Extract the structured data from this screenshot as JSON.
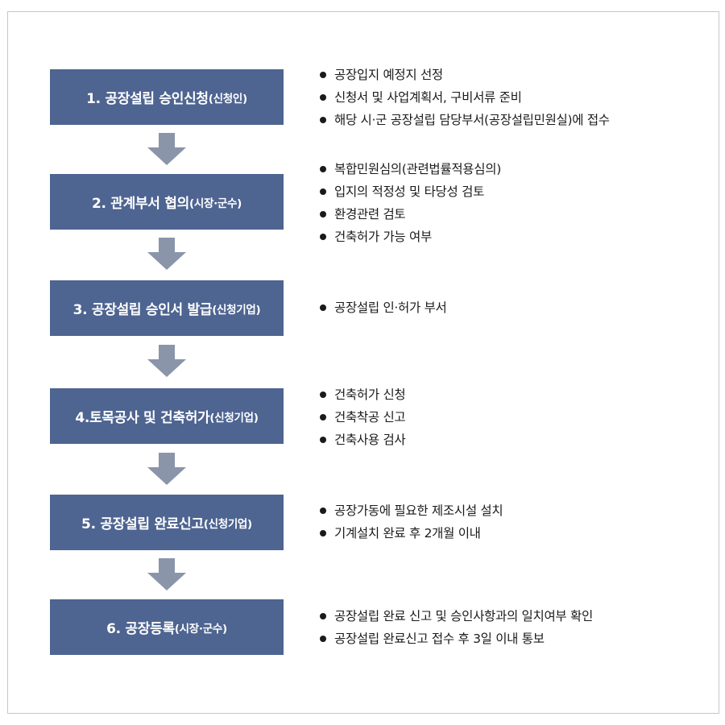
{
  "steps": [
    {
      "title": "1. 공장설립 승인신청",
      "sub": "(신청인)",
      "bullets": [
        "공장입지 예정지 선정",
        "신청서 및 사업계획서, 구비서류 준비",
        "해당 시·군 공장설립 담당부서(공장설립민원실)에 접수"
      ]
    },
    {
      "title": "2. 관계부서 협의",
      "sub": "(시장·군수)",
      "bullets": [
        "복합민원심의(관련법률적용심의)",
        "입지의 적정성 및 타당성 검토",
        "환경관련 검토",
        "건축허가 가능 여부"
      ]
    },
    {
      "title": "3. 공장설립 승인서 발급",
      "sub": "(신청기업)",
      "bullets": [
        "공장설립 인·허가 부서"
      ]
    },
    {
      "title": "4.토목공사 및 건축허가",
      "sub": "(신청기업)",
      "bullets": [
        "건축허가 신청",
        "건축착공 신고",
        "건축사용 검사"
      ]
    },
    {
      "title": "5. 공장설립 완료신고",
      "sub": "(신청기업)",
      "bullets": [
        "공장가동에 필요한 제조시설 설치",
        "기계설치 완료 후 2개월 이내"
      ]
    },
    {
      "title": "6. 공장등록",
      "sub": "(시장·군수)",
      "bullets": [
        "공장설립 완료 신고 및 승인사항과의 일치여부 확인",
        "공장설립 완료신고 접수 후 3일 이내 통보"
      ]
    }
  ],
  "colors": {
    "box": "#4e6491",
    "arrow": "#8a95aa",
    "text": "#1a1a1a"
  }
}
